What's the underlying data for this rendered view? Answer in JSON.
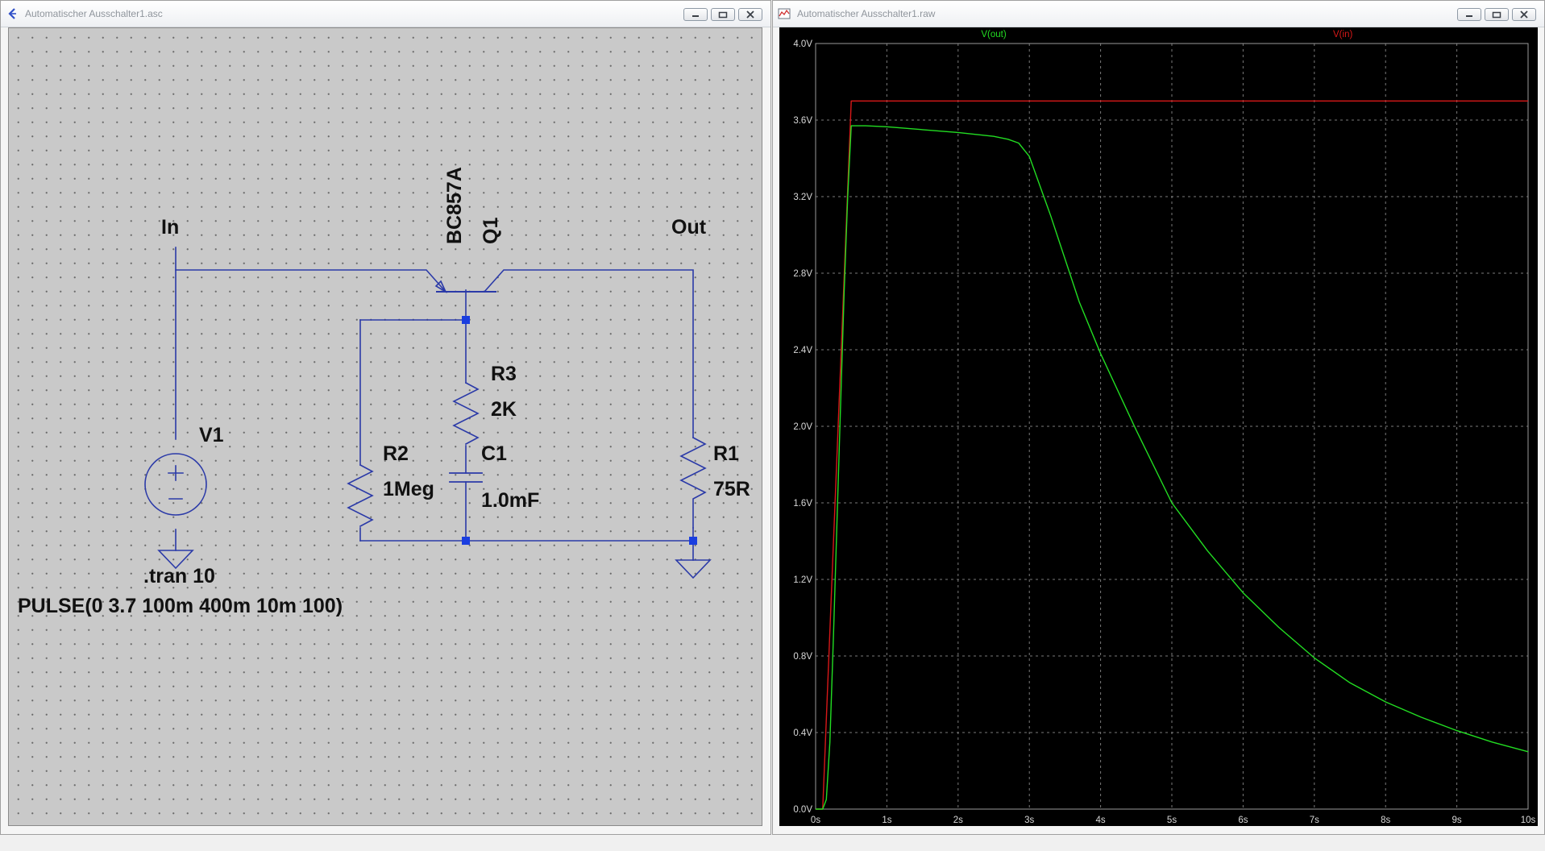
{
  "schematic_window": {
    "title": "Automatischer Ausschalter1.asc",
    "labels": {
      "in": "In",
      "out": "Out",
      "q1_model": "BC857A",
      "q1_name": "Q1",
      "v1": "V1",
      "r2_name": "R2",
      "r2_value": "1Meg",
      "r3_name": "R3",
      "r3_value": "2K",
      "c1_name": "C1",
      "c1_value": "1.0mF",
      "r1_name": "R1",
      "r1_value": "75R",
      "directive": ".tran 10",
      "pulse": "PULSE(0 3.7 100m 400m 10m 100)"
    },
    "colors": {
      "wire": "#2b3aa8",
      "junction": "#1a3ee0",
      "canvas": "#c9c9c9"
    }
  },
  "waveform_window": {
    "title": "Automatischer Ausschalter1.raw",
    "colors": {
      "background": "#000000",
      "grid": "#7a7a7a",
      "axis_text": "#d8d8d8"
    }
  },
  "chart_data": {
    "type": "line",
    "title": "",
    "xlabel": "",
    "ylabel": "",
    "xlim": [
      0,
      10
    ],
    "ylim": [
      0,
      4.0
    ],
    "grid": true,
    "x_ticks": [
      0,
      1,
      2,
      3,
      4,
      5,
      6,
      7,
      8,
      9,
      10
    ],
    "x_tick_labels": [
      "0s",
      "1s",
      "2s",
      "3s",
      "4s",
      "5s",
      "6s",
      "7s",
      "8s",
      "9s",
      "10s"
    ],
    "y_ticks": [
      0,
      0.4,
      0.8,
      1.2,
      1.6,
      2.0,
      2.4,
      2.8,
      3.2,
      3.6,
      4.0
    ],
    "y_tick_labels": [
      "0.0V",
      "0.4V",
      "0.8V",
      "1.2V",
      "1.6V",
      "2.0V",
      "2.4V",
      "2.8V",
      "3.2V",
      "3.6V",
      "4.0V"
    ],
    "legend_position": "top",
    "series": [
      {
        "name": "V(out)",
        "color": "#22dd22",
        "x": [
          0,
          0.1,
          0.15,
          0.2,
          0.25,
          0.3,
          0.35,
          0.4,
          0.45,
          0.5,
          0.7,
          1.0,
          1.5,
          2.0,
          2.5,
          2.7,
          2.85,
          3.0,
          3.3,
          3.7,
          4.0,
          4.5,
          5.0,
          5.5,
          6.0,
          6.5,
          7.0,
          7.5,
          8.0,
          8.5,
          9.0,
          9.5,
          10.0
        ],
        "values": [
          0,
          0,
          0.05,
          0.35,
          0.9,
          1.5,
          2.1,
          2.7,
          3.2,
          3.57,
          3.57,
          3.565,
          3.55,
          3.535,
          3.515,
          3.5,
          3.48,
          3.41,
          3.1,
          2.65,
          2.38,
          1.98,
          1.6,
          1.35,
          1.13,
          0.95,
          0.79,
          0.66,
          0.56,
          0.48,
          0.41,
          0.35,
          0.3
        ]
      },
      {
        "name": "V(in)",
        "color": "#d81818",
        "x": [
          0,
          0.1,
          0.5,
          10.0
        ],
        "values": [
          0,
          0,
          3.7,
          3.7
        ]
      }
    ]
  }
}
